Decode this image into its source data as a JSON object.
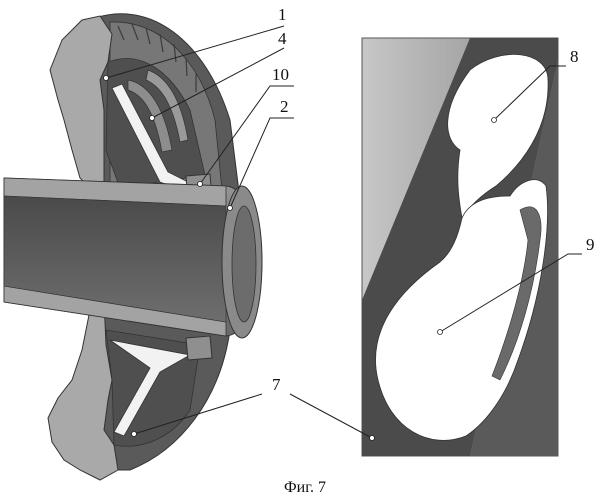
{
  "callouts": {
    "c1": "1",
    "c4": "4",
    "c10": "10",
    "c2": "2",
    "c7": "7",
    "c8": "8",
    "c9": "9"
  },
  "caption": "Фиг. 7"
}
